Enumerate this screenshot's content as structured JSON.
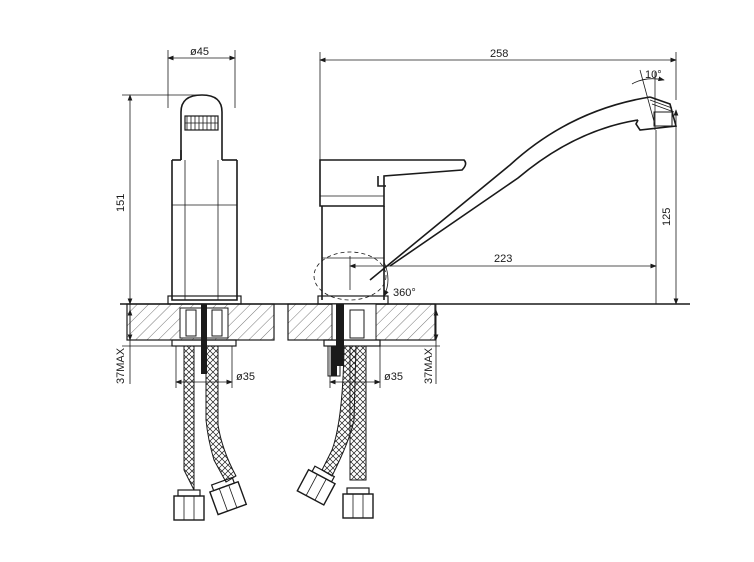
{
  "dimensions": {
    "front_width": "ø45",
    "front_height": "151",
    "front_base": "ø35",
    "front_max": "37MAX",
    "side_length": "258",
    "side_angle": "10°",
    "side_height": "125",
    "side_reach": "223",
    "side_rotation": "360°",
    "side_base": "ø35",
    "side_max": "37MAX"
  }
}
